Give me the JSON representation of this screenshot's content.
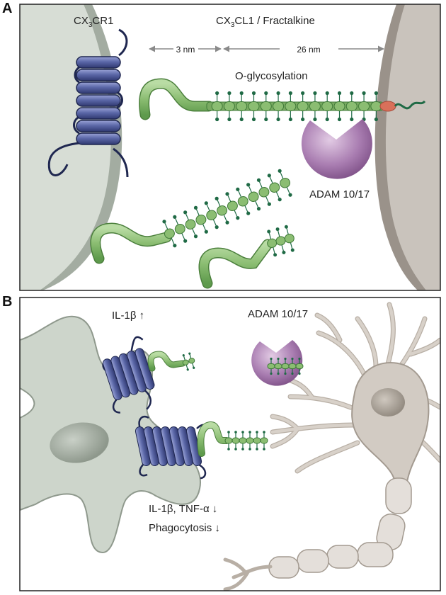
{
  "panel_a": {
    "letter": "A",
    "receptor_label": {
      "base": "CX",
      "sub": "3",
      "rest": "CR1"
    },
    "ligand_label": {
      "base": "CX",
      "sub": "3",
      "rest": "CL1 / Fractalkine"
    },
    "dist_short": "3 nm",
    "dist_long": "26 nm",
    "glyco_label": "O-glycosylation",
    "enzyme_label": "ADAM 10/17"
  },
  "panel_b": {
    "letter": "B",
    "il1b_up": "IL-1β ↑",
    "enzyme_label": "ADAM 10/17",
    "cytokines_down": "IL-1β, TNF-α ↓",
    "phagocytosis_down": "Phagocytosis ↓"
  },
  "colors": {
    "receptor": "#4a5590",
    "receptor_light": "#8791c4",
    "ligand": "#8bbd72",
    "ligand_dark": "#5e9a4c",
    "glycan": "#1f6a45",
    "enzyme": "#9a6aa2",
    "microglia": "#cdd5cb",
    "neuron": "#d2cbc3",
    "cleavage": "#d9705a"
  }
}
